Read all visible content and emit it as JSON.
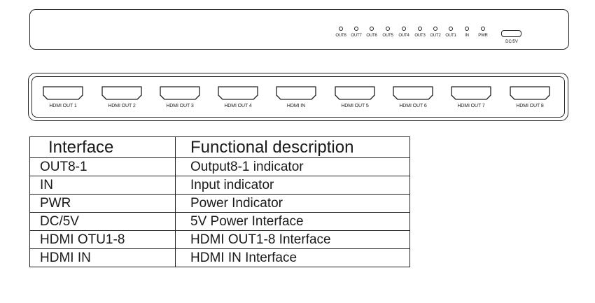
{
  "front_panel": {
    "indicators": [
      "OUT8",
      "OUT7",
      "OUT6",
      "OUT5",
      "OUT4",
      "OUT3",
      "OUT2",
      "OUT1",
      "IN",
      "PWR"
    ],
    "dc_label": "DC/5V"
  },
  "rear_panel": {
    "ports": [
      "HDMI OUT 1",
      "HDMI OUT 2",
      "HDMI OUT 3",
      "HDMI OUT 4",
      "HDMI IN",
      "HDMI OUT 5",
      "HDMI OUT 6",
      "HDMI OUT 7",
      "HDMI OUT 8"
    ]
  },
  "table": {
    "headers": [
      "Interface",
      "Functional description"
    ],
    "rows": [
      [
        "OUT8-1",
        "Output8-1 indicator"
      ],
      [
        "IN",
        "Input indicator"
      ],
      [
        "PWR",
        "Power Indicator"
      ],
      [
        "DC/5V",
        "5V Power Interface"
      ],
      [
        "HDMI OTU1-8",
        "HDMI OUT1-8 Interface"
      ],
      [
        "HDMI IN",
        "HDMI IN Interface"
      ]
    ]
  }
}
